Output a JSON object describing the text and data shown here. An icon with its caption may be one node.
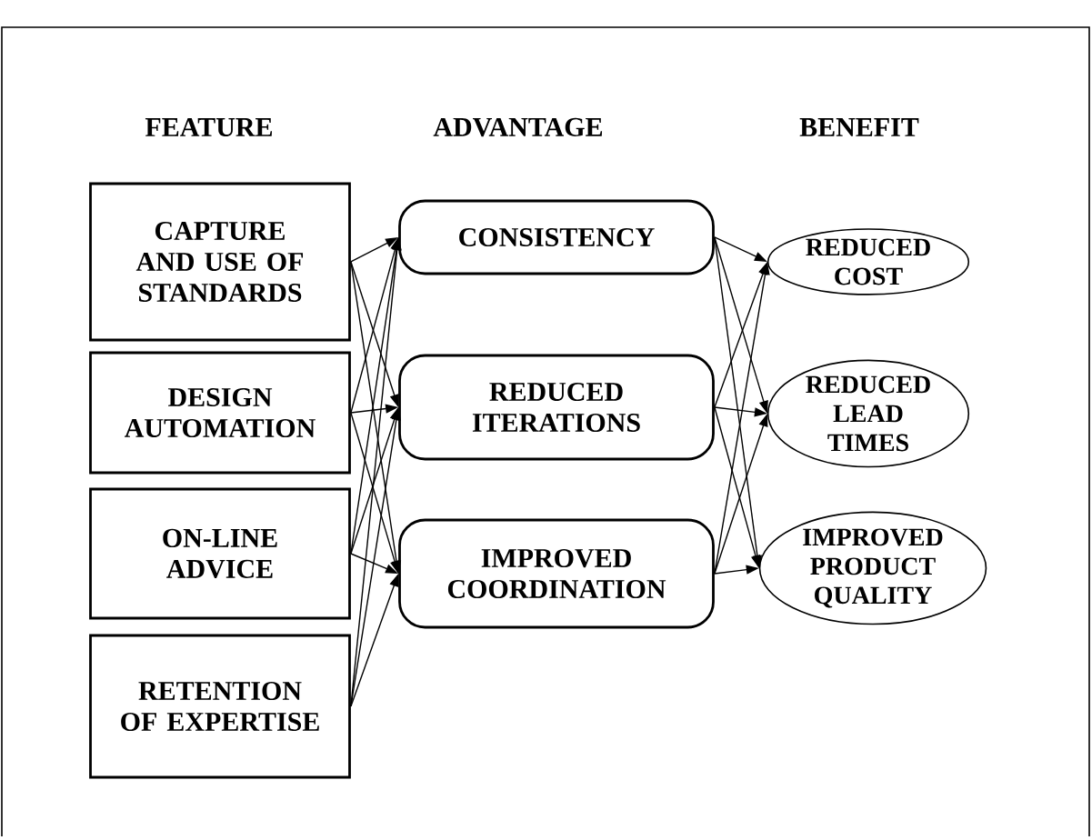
{
  "diagram": {
    "nodes": [
      {
        "text": [
          "CAPTURE AND USE OF STANDARDS"
        ]
      },
      {
        "text": [
          "DESIGN AUTOMATION"
        ]
      },
      {
        "text": [
          "ON-LINE ADVICE"
        ]
      },
      {
        "text": [
          "RETENTION OF EXPERTISE"
        ]
      },
      {
        "text": [
          "CONSISTENCY"
        ]
      },
      {
        "text": [
          "REDUCED ITERATIONS"
        ]
      },
      {
        "text": [
          "IMPROVED COORDINATION"
        ]
      },
      {
        "text": [
          "REDUCED COST"
        ]
      },
      {
        "text": [
          "REDUCED LEAD TIMES"
        ]
      },
      {
        "text": [
          "IMPROVED PRODUCT QUALITY"
        ]
      }
    ],
    "edges": [
      {
        "from": 0,
        "to": 4,
        "arrow": "to"
      },
      {
        "from": 0,
        "to": 5,
        "arrow": "to"
      },
      {
        "from": 0,
        "to": 6,
        "arrow": "to"
      },
      {
        "from": 1,
        "to": 4,
        "arrow": "to"
      },
      {
        "from": 1,
        "to": 5,
        "arrow": "to"
      },
      {
        "from": 1,
        "to": 6,
        "arrow": "to"
      },
      {
        "from": 2,
        "to": 4,
        "arrow": "to"
      },
      {
        "from": 2,
        "to": 5,
        "arrow": "to"
      },
      {
        "from": 2,
        "to": 6,
        "arrow": "to"
      },
      {
        "from": 3,
        "to": 4,
        "arrow": "to"
      },
      {
        "from": 3,
        "to": 5,
        "arrow": "to"
      },
      {
        "from": 3,
        "to": 6,
        "arrow": "to"
      },
      {
        "from": 4,
        "to": 7,
        "arrow": "to"
      },
      {
        "from": 4,
        "to": 8,
        "arrow": "to"
      },
      {
        "from": 4,
        "to": 9,
        "arrow": "to"
      },
      {
        "from": 5,
        "to": 7,
        "arrow": "to"
      },
      {
        "from": 5,
        "to": 8,
        "arrow": "to"
      },
      {
        "from": 5,
        "to": 9,
        "arrow": "to"
      },
      {
        "from": 6,
        "to": 7,
        "arrow": "to"
      },
      {
        "from": 6,
        "to": 8,
        "arrow": "to"
      },
      {
        "from": 6,
        "to": 9,
        "arrow": "to"
      }
    ],
    "labels": [
      "FEATURE",
      "ADVANTAGE",
      "BENEFIT"
    ]
  }
}
